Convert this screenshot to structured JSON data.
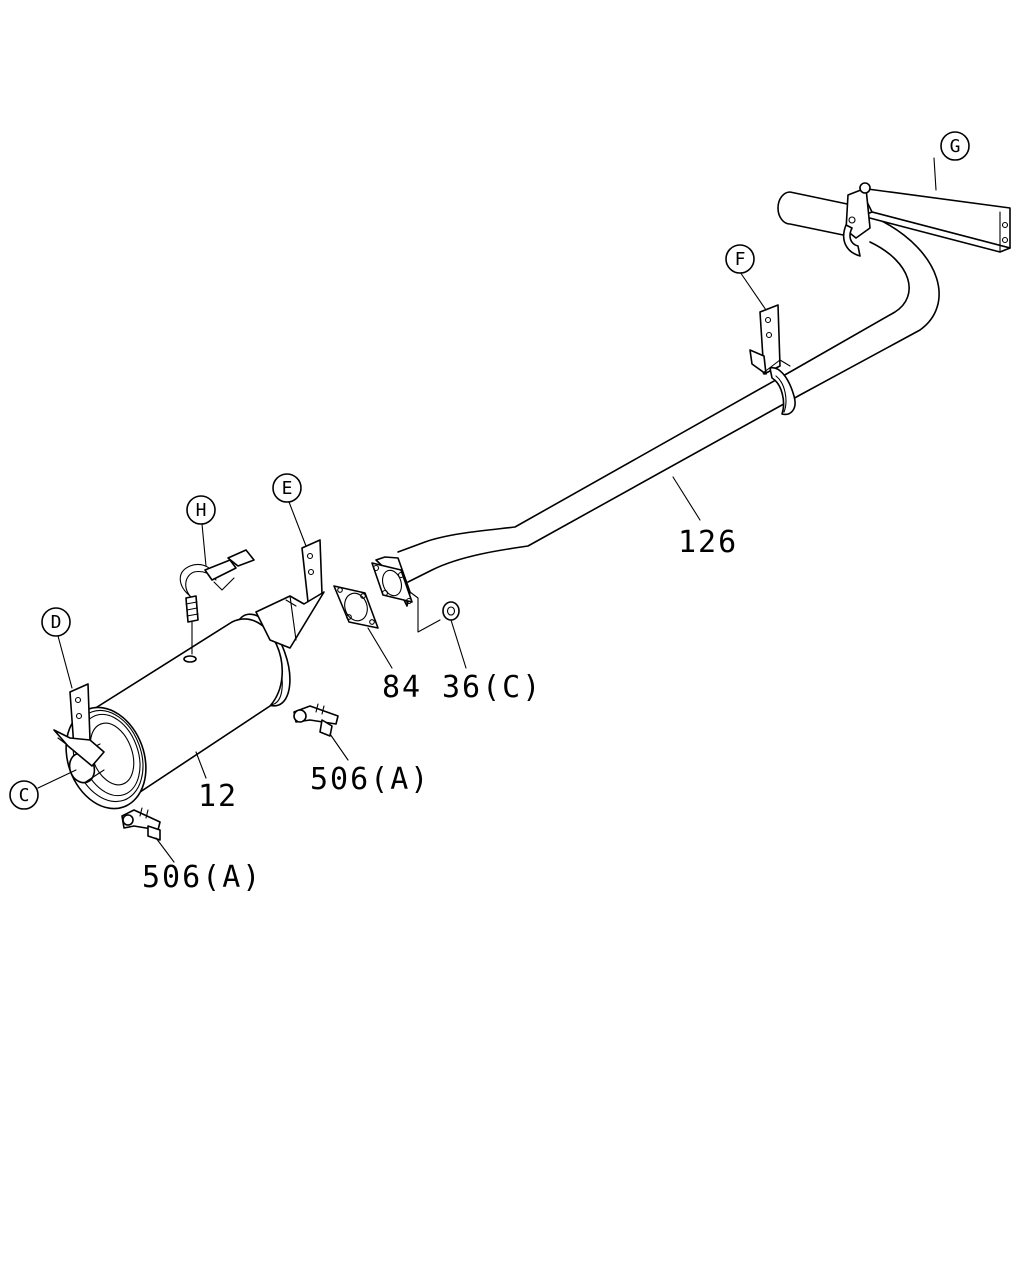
{
  "part_labels": {
    "tailpipe": "126",
    "gasket": "84",
    "nut": "36(C)",
    "muffler": "12",
    "bolt_right": "506(A)",
    "bolt_left": "506(A)"
  },
  "callouts": {
    "c": "C",
    "d": "D",
    "e": "E",
    "f": "F",
    "g": "G",
    "h": "H"
  }
}
